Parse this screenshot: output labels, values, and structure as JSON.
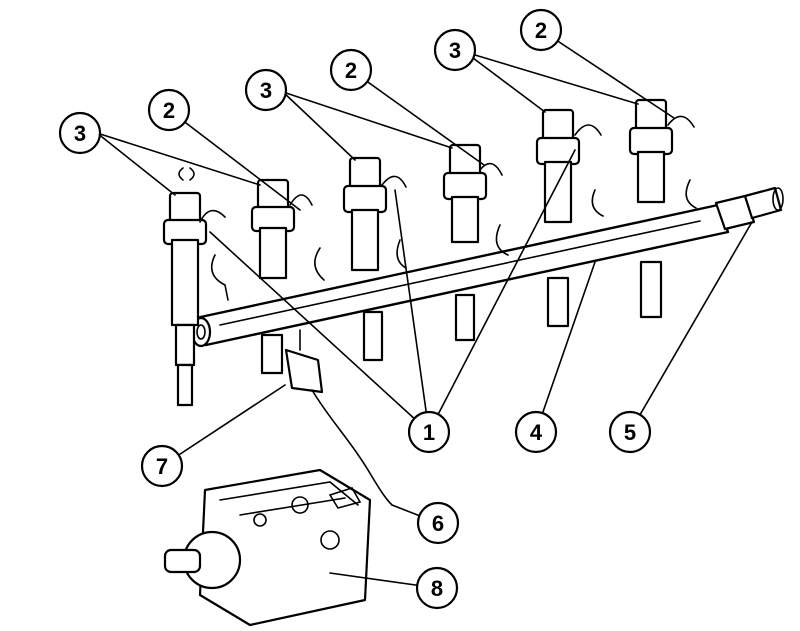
{
  "diagram": {
    "callouts": [
      {
        "id": "c2a",
        "label": "2"
      },
      {
        "id": "c2b",
        "label": "2"
      },
      {
        "id": "c2c",
        "label": "2"
      },
      {
        "id": "c3a",
        "label": "3"
      },
      {
        "id": "c3b",
        "label": "3"
      },
      {
        "id": "c3c",
        "label": "3"
      },
      {
        "id": "c1",
        "label": "1"
      },
      {
        "id": "c4",
        "label": "4"
      },
      {
        "id": "c5",
        "label": "5"
      },
      {
        "id": "c6",
        "label": "6"
      },
      {
        "id": "c7",
        "label": "7"
      },
      {
        "id": "c8",
        "label": "8"
      }
    ]
  }
}
